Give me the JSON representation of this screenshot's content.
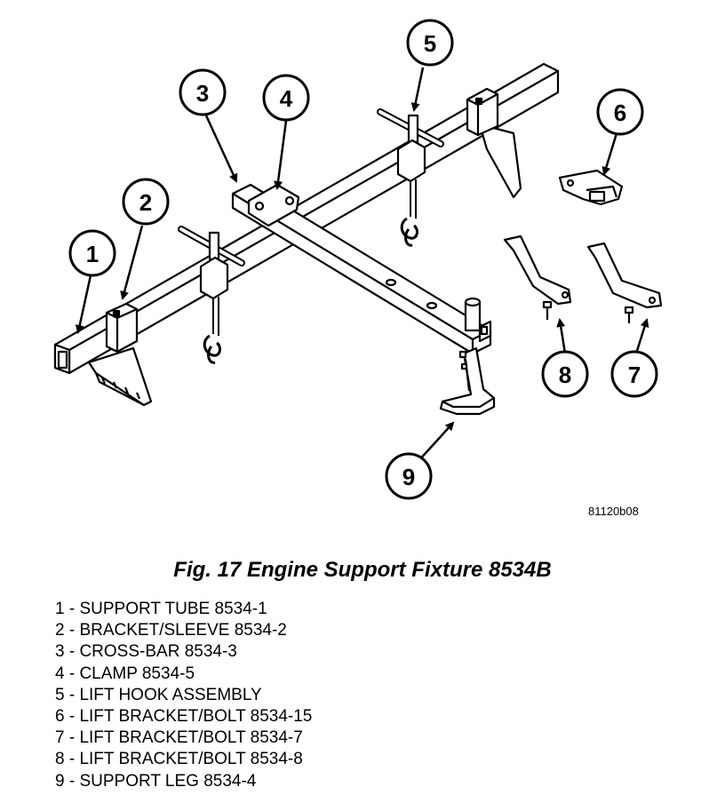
{
  "ref_code": "81120b08",
  "caption": "Fig. 17 Engine Support Fixture 8534B",
  "callouts": [
    "1",
    "2",
    "3",
    "4",
    "5",
    "6",
    "7",
    "8",
    "9"
  ],
  "legend": [
    {
      "num": "1",
      "text": "- SUPPORT TUBE 8534-1"
    },
    {
      "num": "2",
      "text": "- BRACKET/SLEEVE 8534-2"
    },
    {
      "num": "3",
      "text": "- CROSS-BAR 8534-3"
    },
    {
      "num": "4",
      "text": "- CLAMP 8534-5"
    },
    {
      "num": "5",
      "text": "- LIFT HOOK ASSEMBLY"
    },
    {
      "num": "6",
      "text": "- LIFT BRACKET/BOLT 8534-15"
    },
    {
      "num": "7",
      "text": "- LIFT BRACKET/BOLT 8534-7"
    },
    {
      "num": "8",
      "text": "- LIFT BRACKET/BOLT 8534-8"
    },
    {
      "num": "9",
      "text": "- SUPPORT LEG 8534-4"
    }
  ]
}
